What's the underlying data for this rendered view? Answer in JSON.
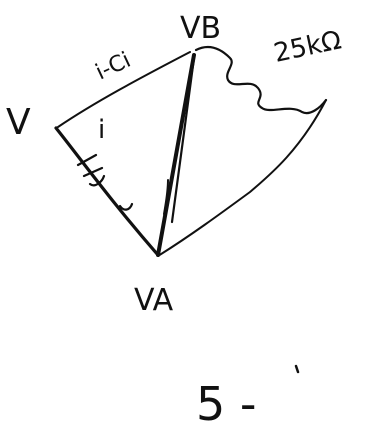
{
  "diagram": {
    "labels": {
      "left_node": "V",
      "node_b": "VB",
      "node_a": "VA",
      "resistor_value": "25kΩ",
      "current_top": "i-Ci",
      "current_left": "i",
      "footer": "5 -"
    },
    "ink_color": "#111111",
    "background": "#ffffff"
  }
}
